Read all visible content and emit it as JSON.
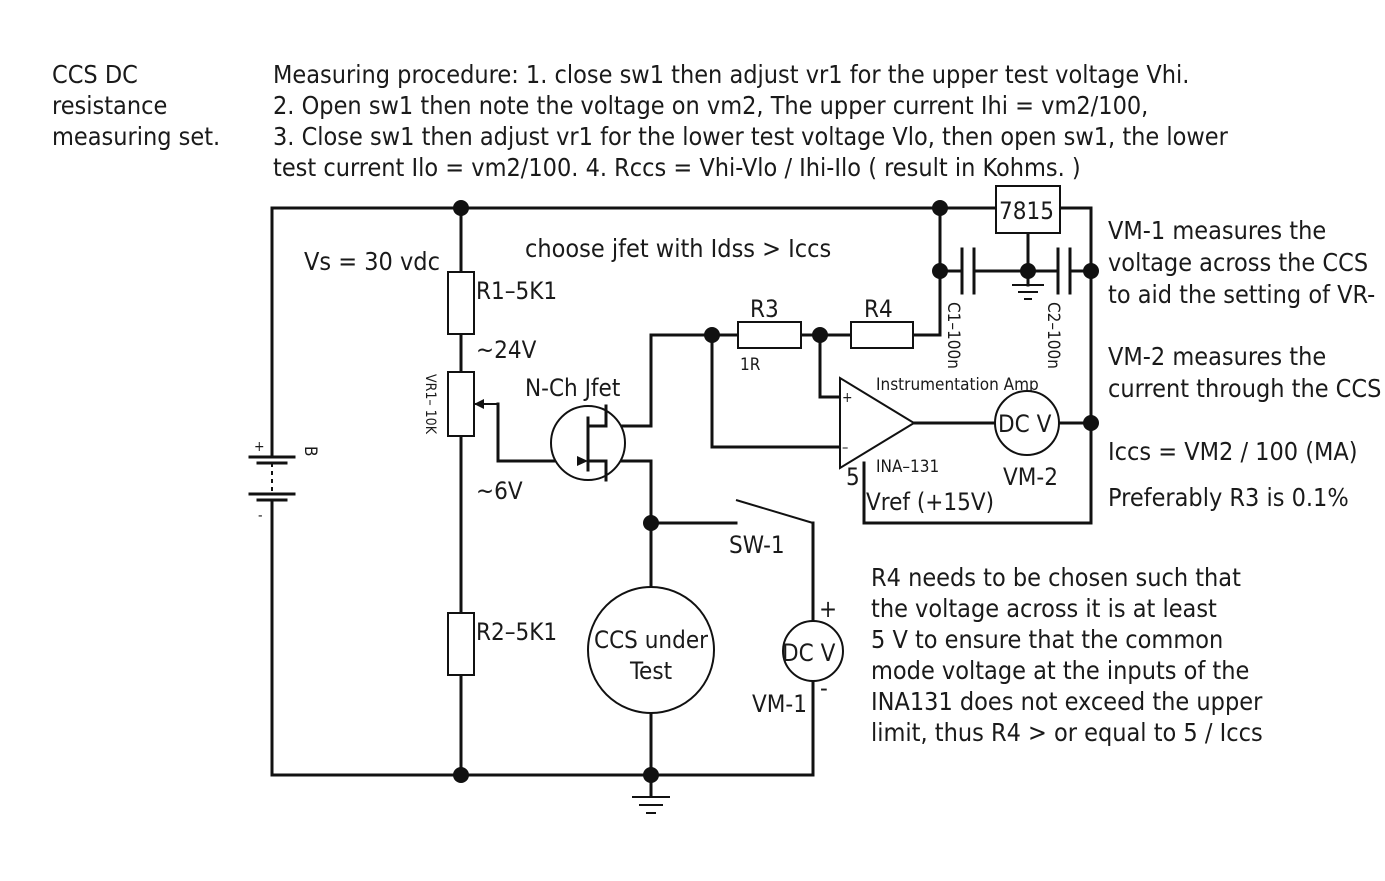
{
  "title_lines": [
    "CCS DC",
    "resistance",
    "measuring set."
  ],
  "procedure_lines": [
    "Measuring procedure: 1. close sw1 then adjust vr1 for the upper test voltage Vhi.",
    "2. Open sw1 then note the voltage on vm2, The upper current Ihi = vm2/100,",
    "3. Close sw1 then adjust vr1 for the lower test voltage Vlo, then open sw1, the lower",
    "test current Ilo = vm2/100. 4. Rccs = Vhi-Vlo / Ihi-Ilo ( result in Kohms. )"
  ],
  "supply_label": "Vs = 30 vdc",
  "jfet_hint": "choose jfet with Idss > Iccs",
  "battery": {
    "label": "B",
    "plus": "+",
    "minus": "-"
  },
  "r1_label": "R1–5K1",
  "r2_label": "R2–5K1",
  "v_high": "~24V",
  "v_low": "~6V",
  "vr1_label": "VR1– 10K",
  "jfet_label": "N-Ch Jfet",
  "r3_label": "R3",
  "r3_value": "1R",
  "r4_label": "R4",
  "regulator": "7815",
  "c1_label": "C1–100n",
  "c2_label": "C2–100n",
  "amp_title": "Instrumentation Amp",
  "amp_chip": "INA–131",
  "amp_pin": "5",
  "amp_plus": "+",
  "amp_minus": "–",
  "vref_label": "Vref (+15V)",
  "meter_text": "DC V",
  "vm2_label": "VM-2",
  "vm1_label": "VM-1",
  "vm1_plus": "+",
  "vm1_minus": "-",
  "switch_label": "SW-1",
  "ccs_lines": [
    "CCS under",
    "Test"
  ],
  "vm1_note_lines": [
    "VM-1 measures the",
    "voltage across the CCS",
    "to aid the setting of VR-"
  ],
  "vm2_note_lines": [
    "VM-2 measures the",
    "current through the CCS"
  ],
  "formula": "Iccs = VM2 / 100 (MA)",
  "r3_note": "Preferably R3 is 0.1%",
  "r4_note_lines": [
    "R4 needs to be chosen such that",
    "the voltage across it is at least",
    "5 V to ensure that the common",
    "mode voltage at the inputs of the",
    "INA131 does not exceed the upper",
    "limit, thus R4 > or equal to 5 / Iccs"
  ]
}
